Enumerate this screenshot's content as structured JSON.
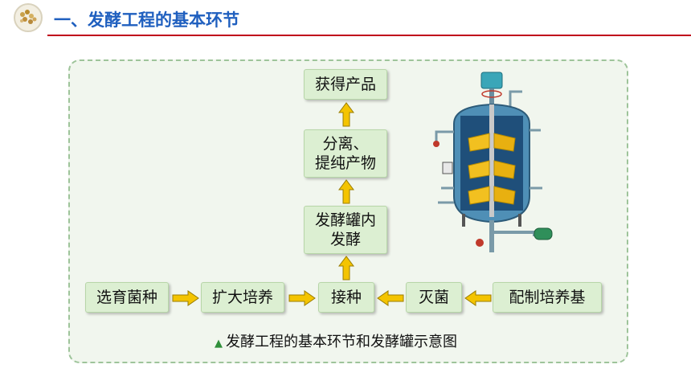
{
  "header": {
    "title": "一、发酵工程的基本环节"
  },
  "diagram": {
    "boxes": {
      "select": "选育菌种",
      "expand": "扩大培养",
      "inoculate": "接种",
      "sterilize": "灭菌",
      "prepare": "配制培养基",
      "ferment": "发酵罐内\n发酵",
      "separate": "分离、\n提纯产物",
      "product": "获得产品"
    },
    "caption": "发酵工程的基本环节和发酵罐示意图",
    "colors": {
      "arrow": "#f4c400",
      "box": "#dcefd2",
      "accent": "#1f5fbf"
    }
  }
}
